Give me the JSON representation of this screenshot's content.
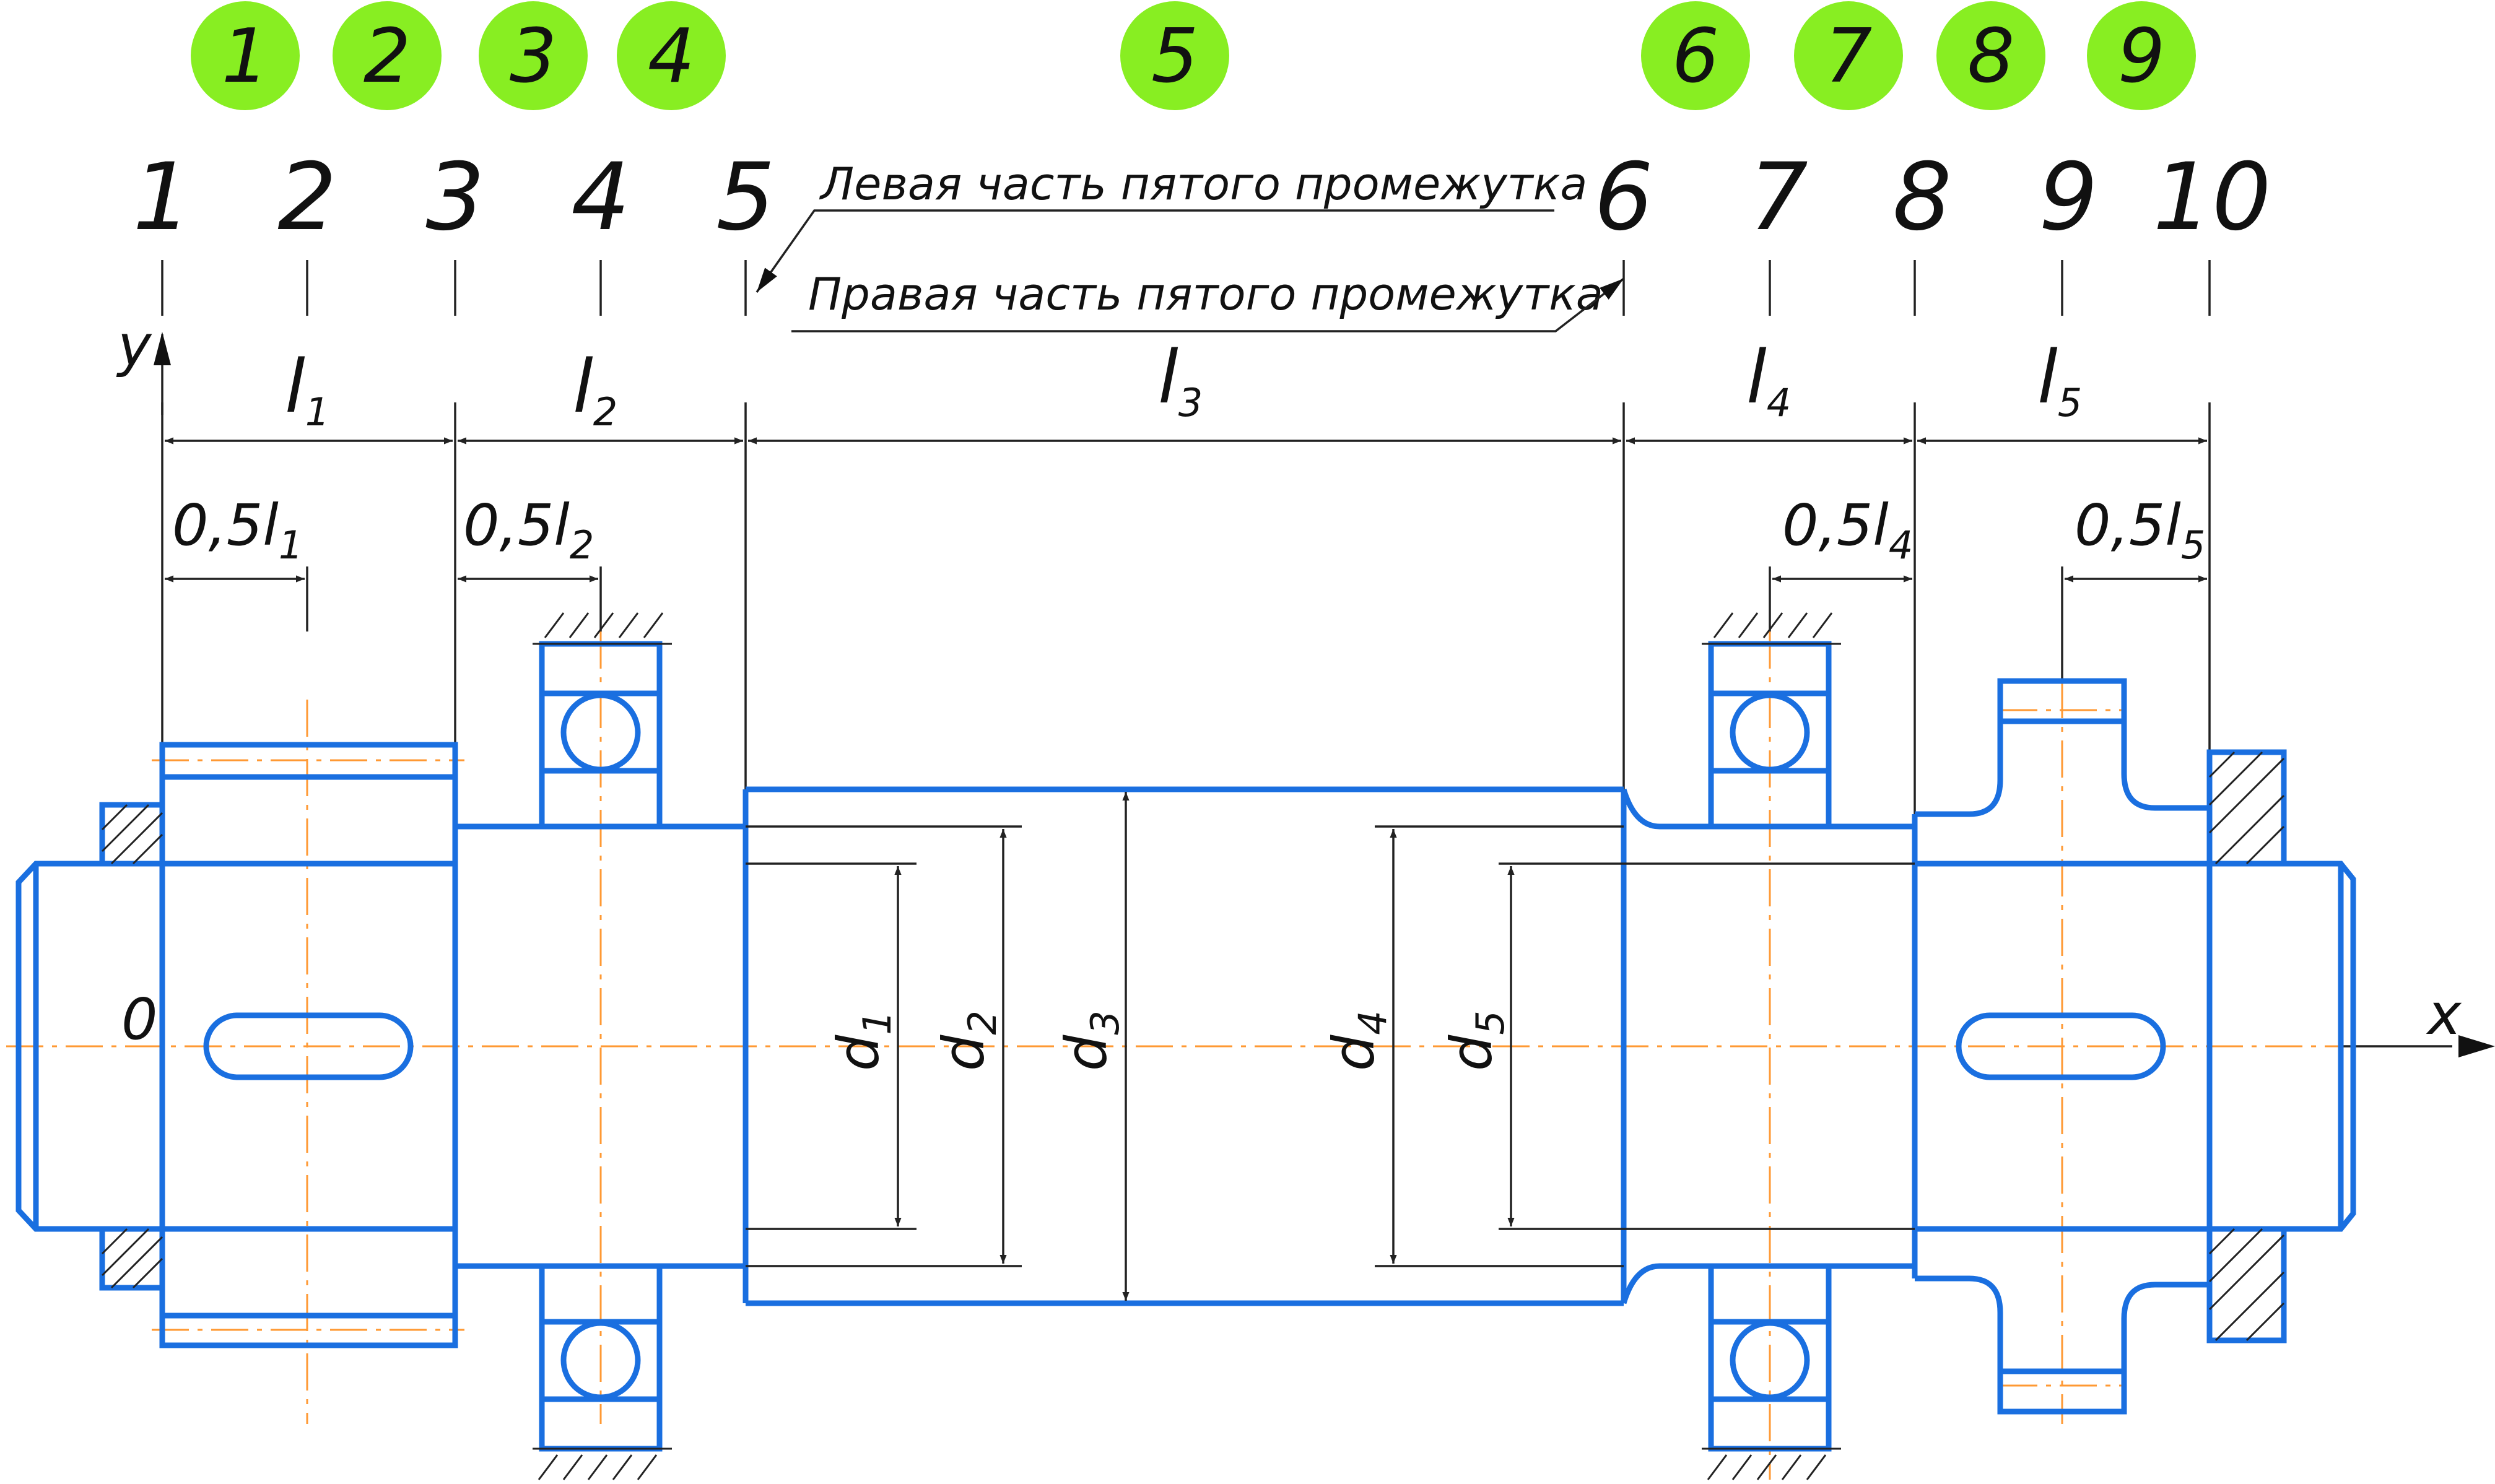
{
  "badges": [
    "1",
    "2",
    "3",
    "4",
    "5",
    "6",
    "7",
    "8",
    "9"
  ],
  "section_numbers": [
    "1",
    "2",
    "3",
    "4",
    "5",
    "6",
    "7",
    "8",
    "9",
    "10"
  ],
  "annotations": {
    "left_part": "Левая часть пятого промежутка",
    "right_part": "Правая часть пятого промежутка"
  },
  "axes": {
    "y": "y",
    "x": "x",
    "origin": "0"
  },
  "lengths": [
    {
      "base": "l",
      "sub": "1"
    },
    {
      "base": "l",
      "sub": "2"
    },
    {
      "base": "l",
      "sub": "3"
    },
    {
      "base": "l",
      "sub": "4"
    },
    {
      "base": "l",
      "sub": "5"
    }
  ],
  "half_lengths": [
    {
      "base": "0,5l",
      "sub": "1"
    },
    {
      "base": "0,5l",
      "sub": "2"
    },
    {
      "base": "0,5l",
      "sub": "4"
    },
    {
      "base": "0,5l",
      "sub": "5"
    }
  ],
  "diameters": [
    {
      "base": "d",
      "sub": "1"
    },
    {
      "base": "d",
      "sub": "2"
    },
    {
      "base": "d",
      "sub": "3"
    },
    {
      "base": "d",
      "sub": "4"
    },
    {
      "base": "d",
      "sub": "5"
    }
  ],
  "colors": {
    "outline": "#1a6fe0",
    "centerline": "#ff9933",
    "badge": "#88ee22",
    "lines": "#222222"
  }
}
